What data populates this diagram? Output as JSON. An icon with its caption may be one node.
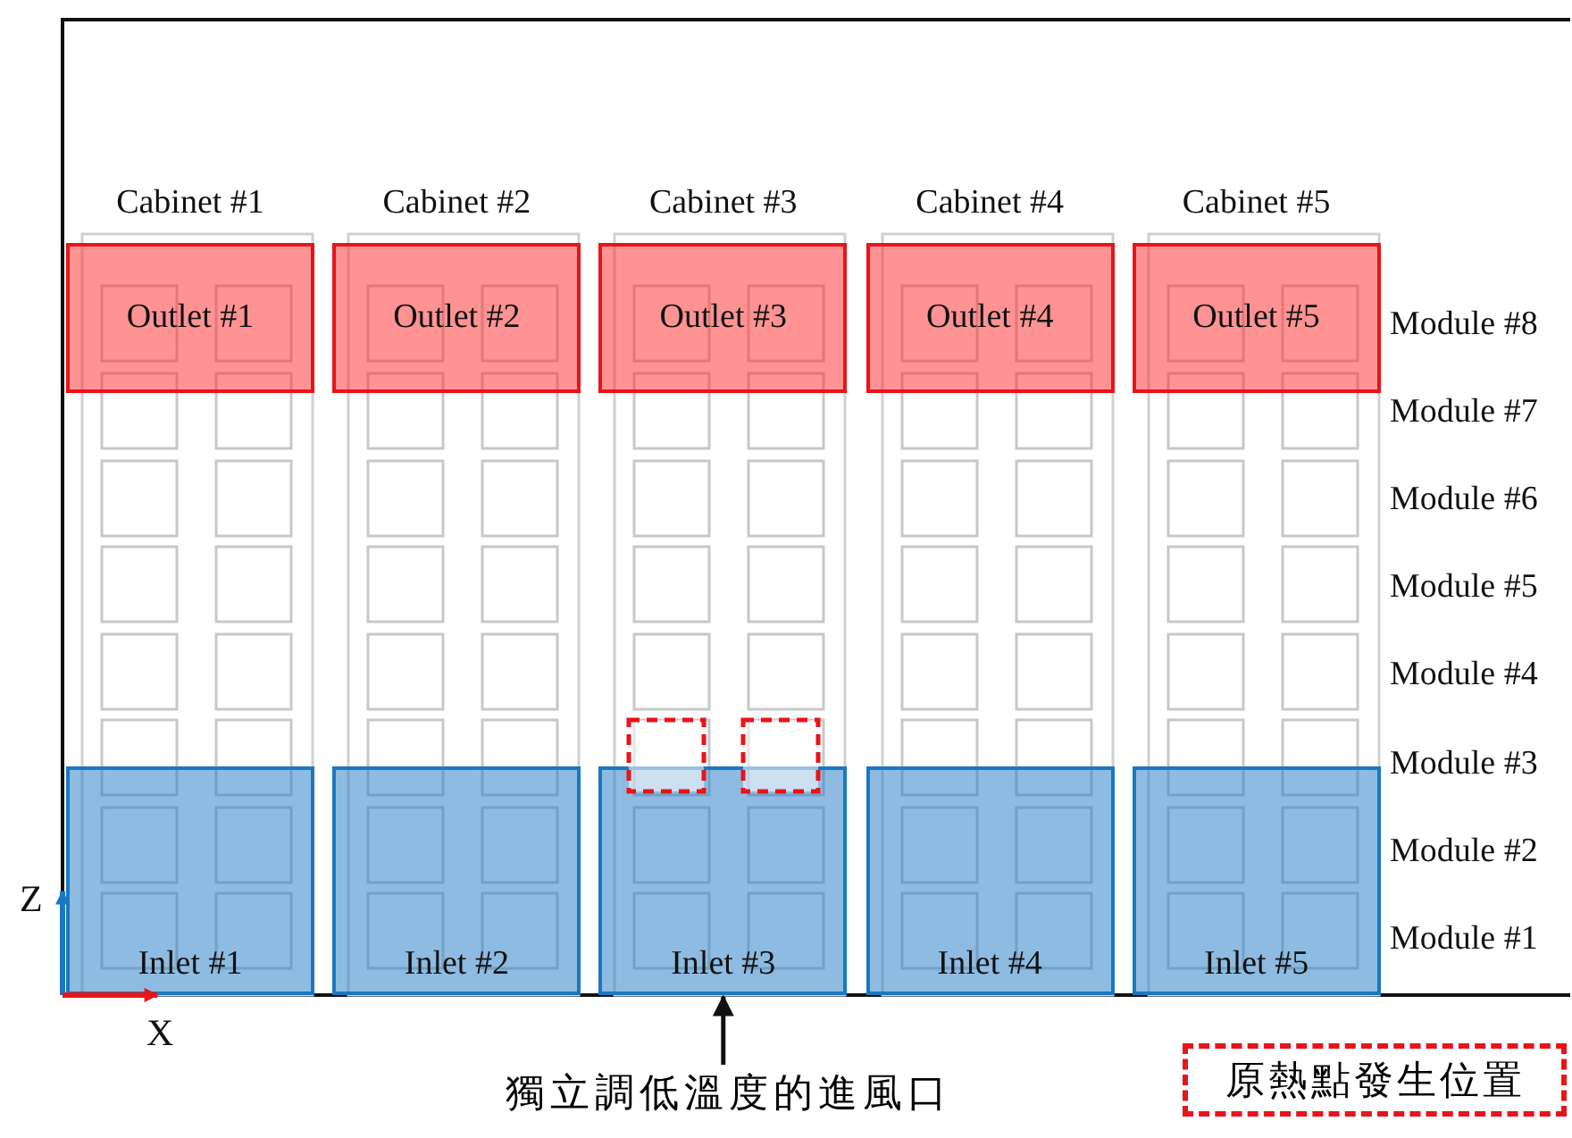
{
  "diagram": {
    "nodes": [
      {
        "text": [
          "Cabinet #1"
        ]
      },
      {
        "text": [
          "Cabinet #2"
        ]
      },
      {
        "text": [
          "Cabinet #3"
        ]
      },
      {
        "text": [
          "Cabinet #4"
        ]
      },
      {
        "text": [
          "Cabinet #5"
        ]
      },
      {
        "text": [
          "Outlet #1"
        ]
      },
      {
        "text": [
          "Outlet #2"
        ]
      },
      {
        "text": [
          "Outlet #3"
        ]
      },
      {
        "text": [
          "Outlet #4"
        ]
      },
      {
        "text": [
          "Outlet #5"
        ]
      },
      {
        "text": [
          "Inlet #1"
        ]
      },
      {
        "text": [
          "Inlet #2"
        ]
      },
      {
        "text": [
          "Inlet #3"
        ]
      },
      {
        "text": [
          "Inlet #4"
        ]
      },
      {
        "text": [
          "Inlet #5"
        ]
      },
      {
        "text": [
          "獨立調低溫度的進風口"
        ]
      }
    ],
    "edges": [
      {
        "from": 15,
        "to": 12,
        "arrow": "to"
      }
    ],
    "labels": [
      "Module #8",
      "Module #7",
      "Module #6",
      "Module #5",
      "Module #4",
      "Module #3",
      "Module #2",
      "Module #1",
      "Z",
      "X"
    ],
    "legend": [
      {
        "text": "原熱點發生位置"
      }
    ]
  }
}
